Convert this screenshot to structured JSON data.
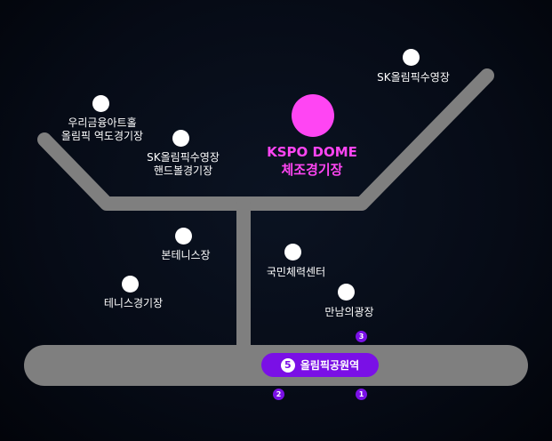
{
  "colors": {
    "road": "#7f7f7f",
    "venue": "#ffffff",
    "highlight": "#ff45f3",
    "subway": "#7a10e6",
    "background": "#060b16"
  },
  "places": {
    "woori_art_hall": {
      "line1": "우리금융아트홀",
      "line2": "올림픽 역도경기장"
    },
    "sk_handball": {
      "line1": "SK올림픽수영장",
      "line2": "핸드볼경기장"
    },
    "kspo_dome": {
      "line1": "KSPO DOME",
      "line2": "체조경기장"
    },
    "sk_swimming": {
      "line1": "SK올림픽수영장"
    },
    "main_tennis": {
      "line1": "본테니스장"
    },
    "tennis": {
      "line1": "테니스경기장"
    },
    "national_fitness": {
      "line1": "국민체력센터"
    },
    "peace_plaza": {
      "line1": "만남의광장"
    }
  },
  "station": {
    "line_number": "5",
    "name": "올림픽공원역",
    "icon": "subway-line-badge"
  },
  "exits": {
    "exit_1": "1",
    "exit_2": "2",
    "exit_3": "3"
  }
}
